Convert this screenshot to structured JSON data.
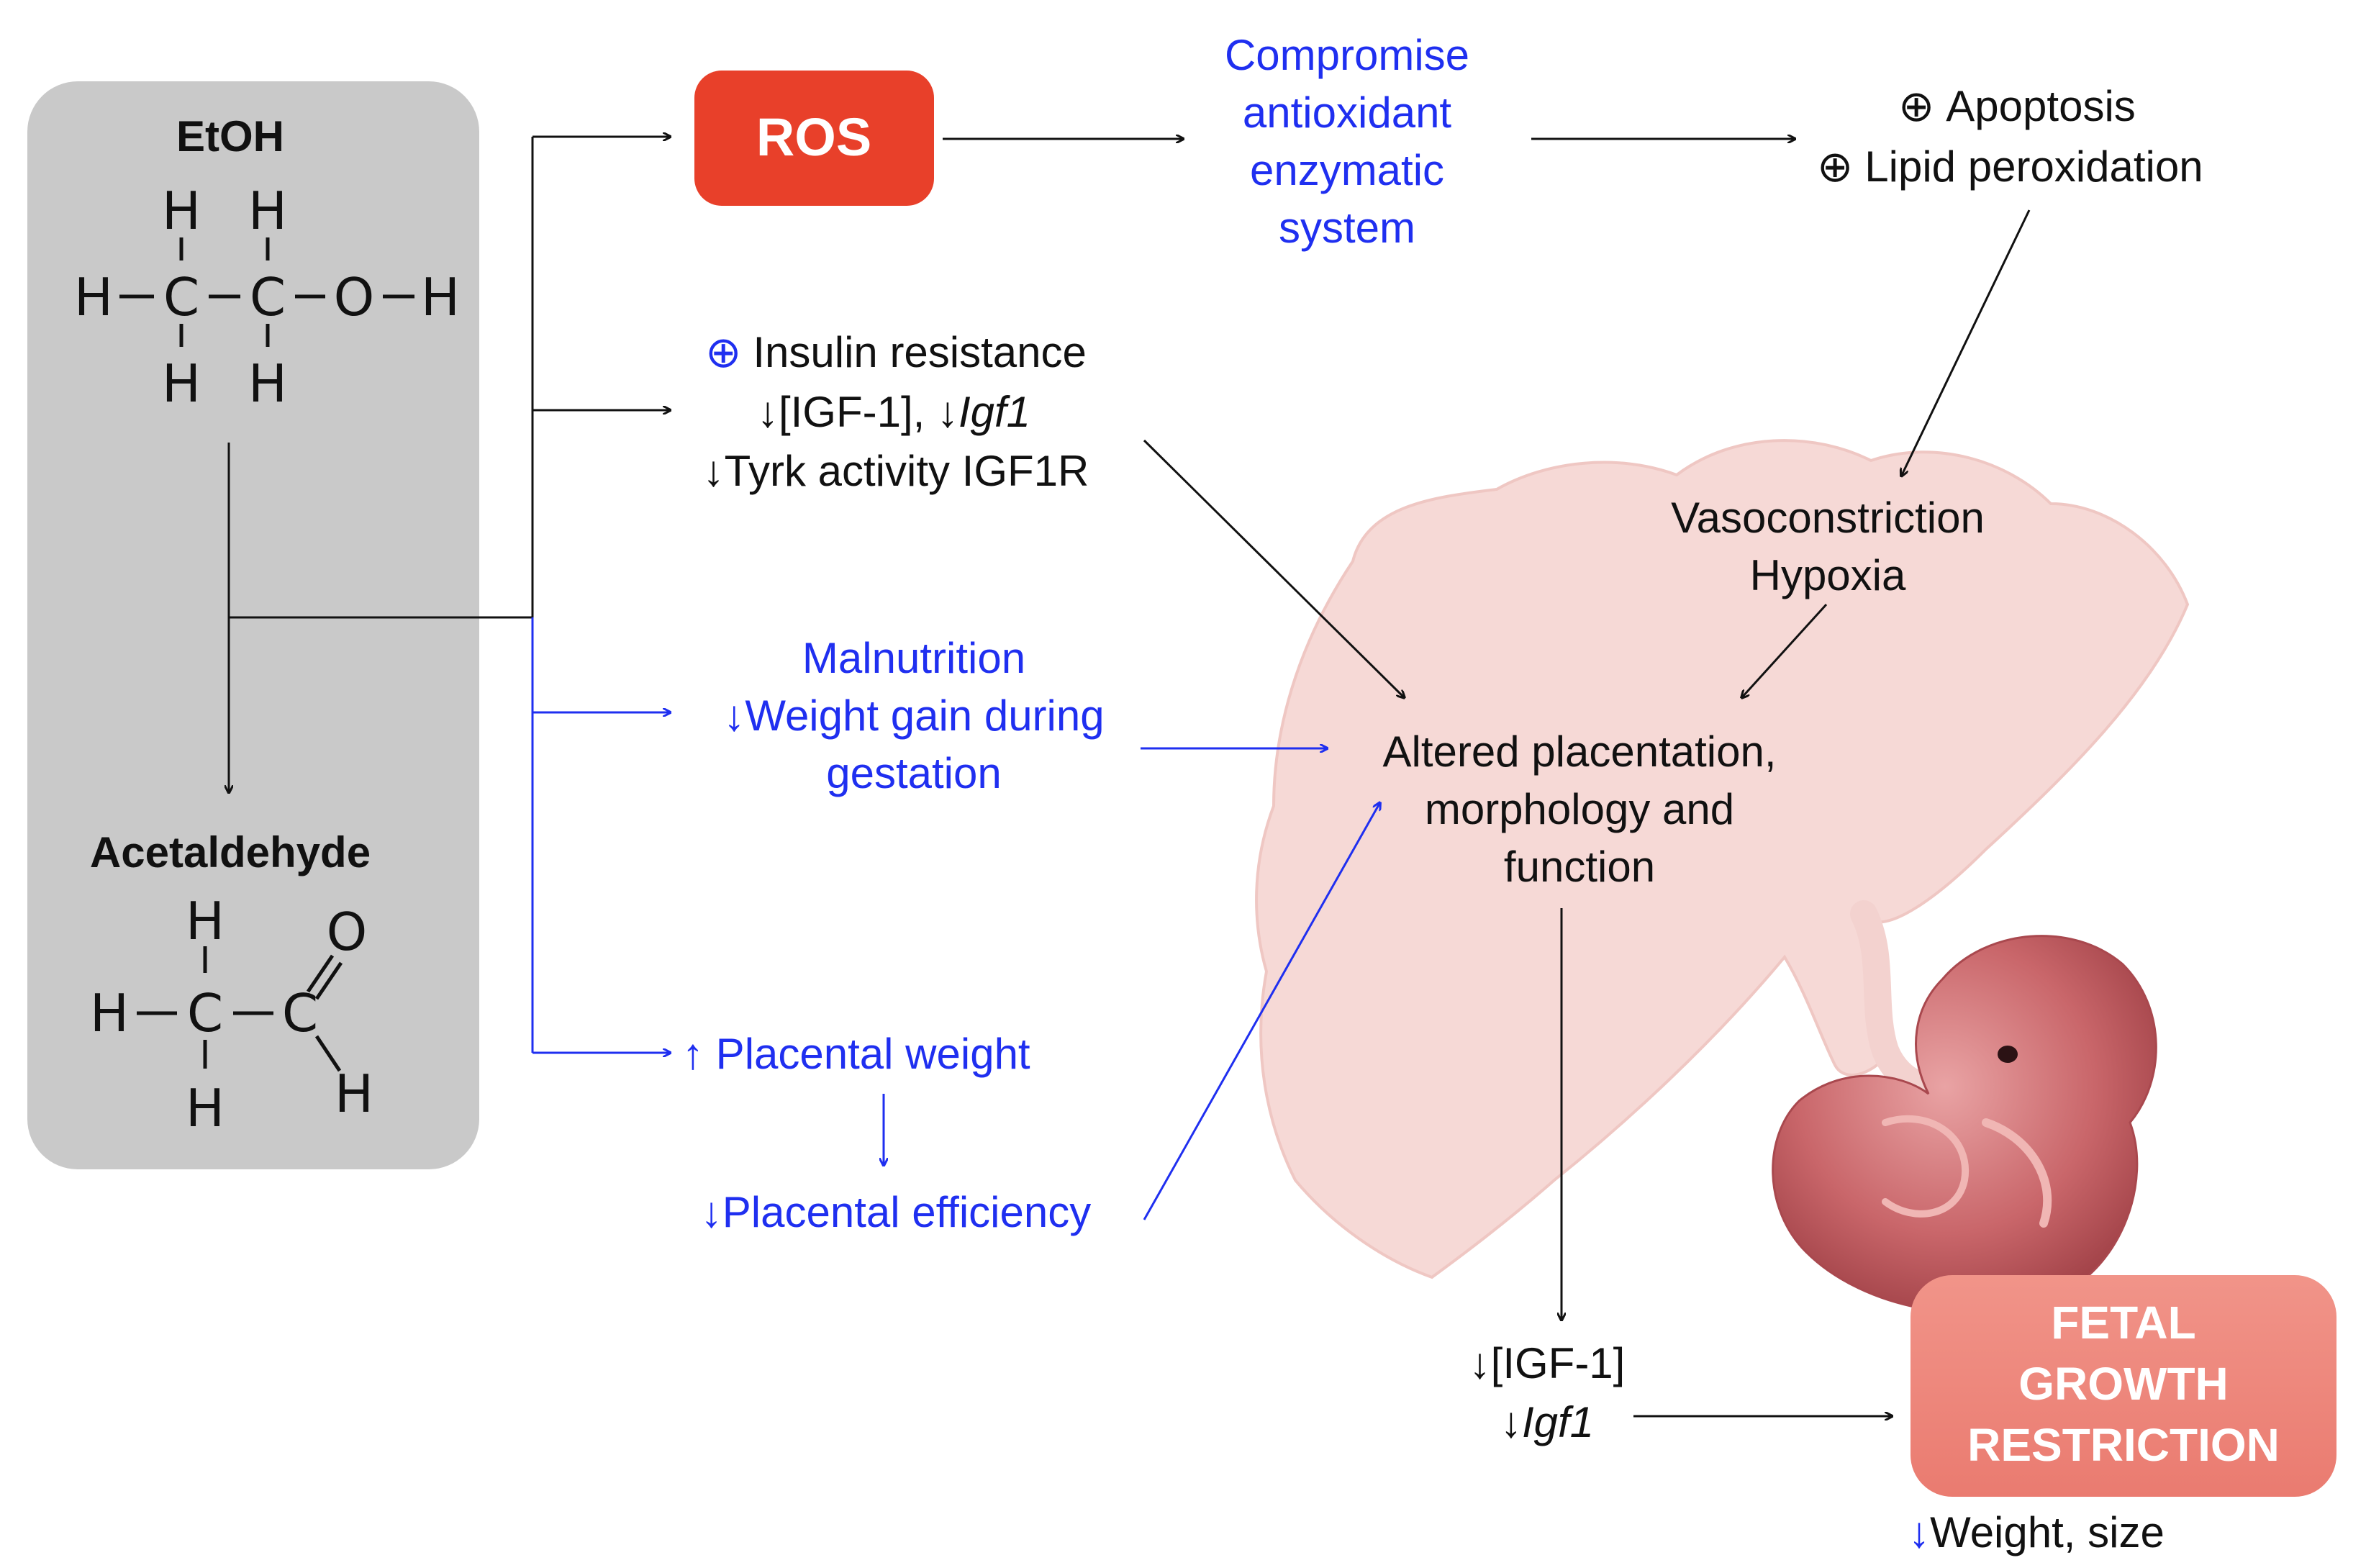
{
  "colors": {
    "black_text": "#111111",
    "blue_text": "#1f2ff0",
    "ros_box": "#e8402a",
    "fgr_box": "#ef8a7e",
    "chem_panel": "#c9c9c9",
    "placenta": "#f6d9d6",
    "embryo": "#c9666a"
  },
  "chem": {
    "ethanol_name": "EtOH",
    "acetaldehyde_name": "Acetaldehyde",
    "atoms": {
      "H": "H",
      "C": "C",
      "O": "O"
    }
  },
  "ros_label": "ROS",
  "antioxidant": [
    "Compromise",
    "antioxidant",
    "enzymatic",
    "system"
  ],
  "apoptosis": {
    "symbol": "⊕",
    "line1": "Apoptosis",
    "line2": "Lipid peroxidation"
  },
  "insulin": {
    "symbol": "⊕",
    "line1": "Insulin resistance",
    "line2_a": "↓[IGF-1], ↓",
    "line2_b": "Igf1",
    "line3": "↓Tyrk activity IGF1R"
  },
  "malnutrition": [
    "Malnutrition",
    "↓Weight gain during",
    "gestation"
  ],
  "placental_weight": "↑ Placental weight",
  "placental_efficiency": "↓Placental efficiency",
  "vaso": [
    "Vasoconstriction",
    "Hypoxia"
  ],
  "altered": [
    "Altered placentation,",
    "morphology and",
    "function"
  ],
  "igf_bottom": {
    "line1": "↓[IGF-1]",
    "arrow": "↓",
    "gene": "Igf1"
  },
  "fgr": [
    "FETAL",
    "GROWTH",
    "RESTRICTION"
  ],
  "weight_size": {
    "arrow": "↓",
    "text": "Weight, size"
  },
  "icons": [
    "placenta-illustration",
    "embryo-illustration"
  ]
}
